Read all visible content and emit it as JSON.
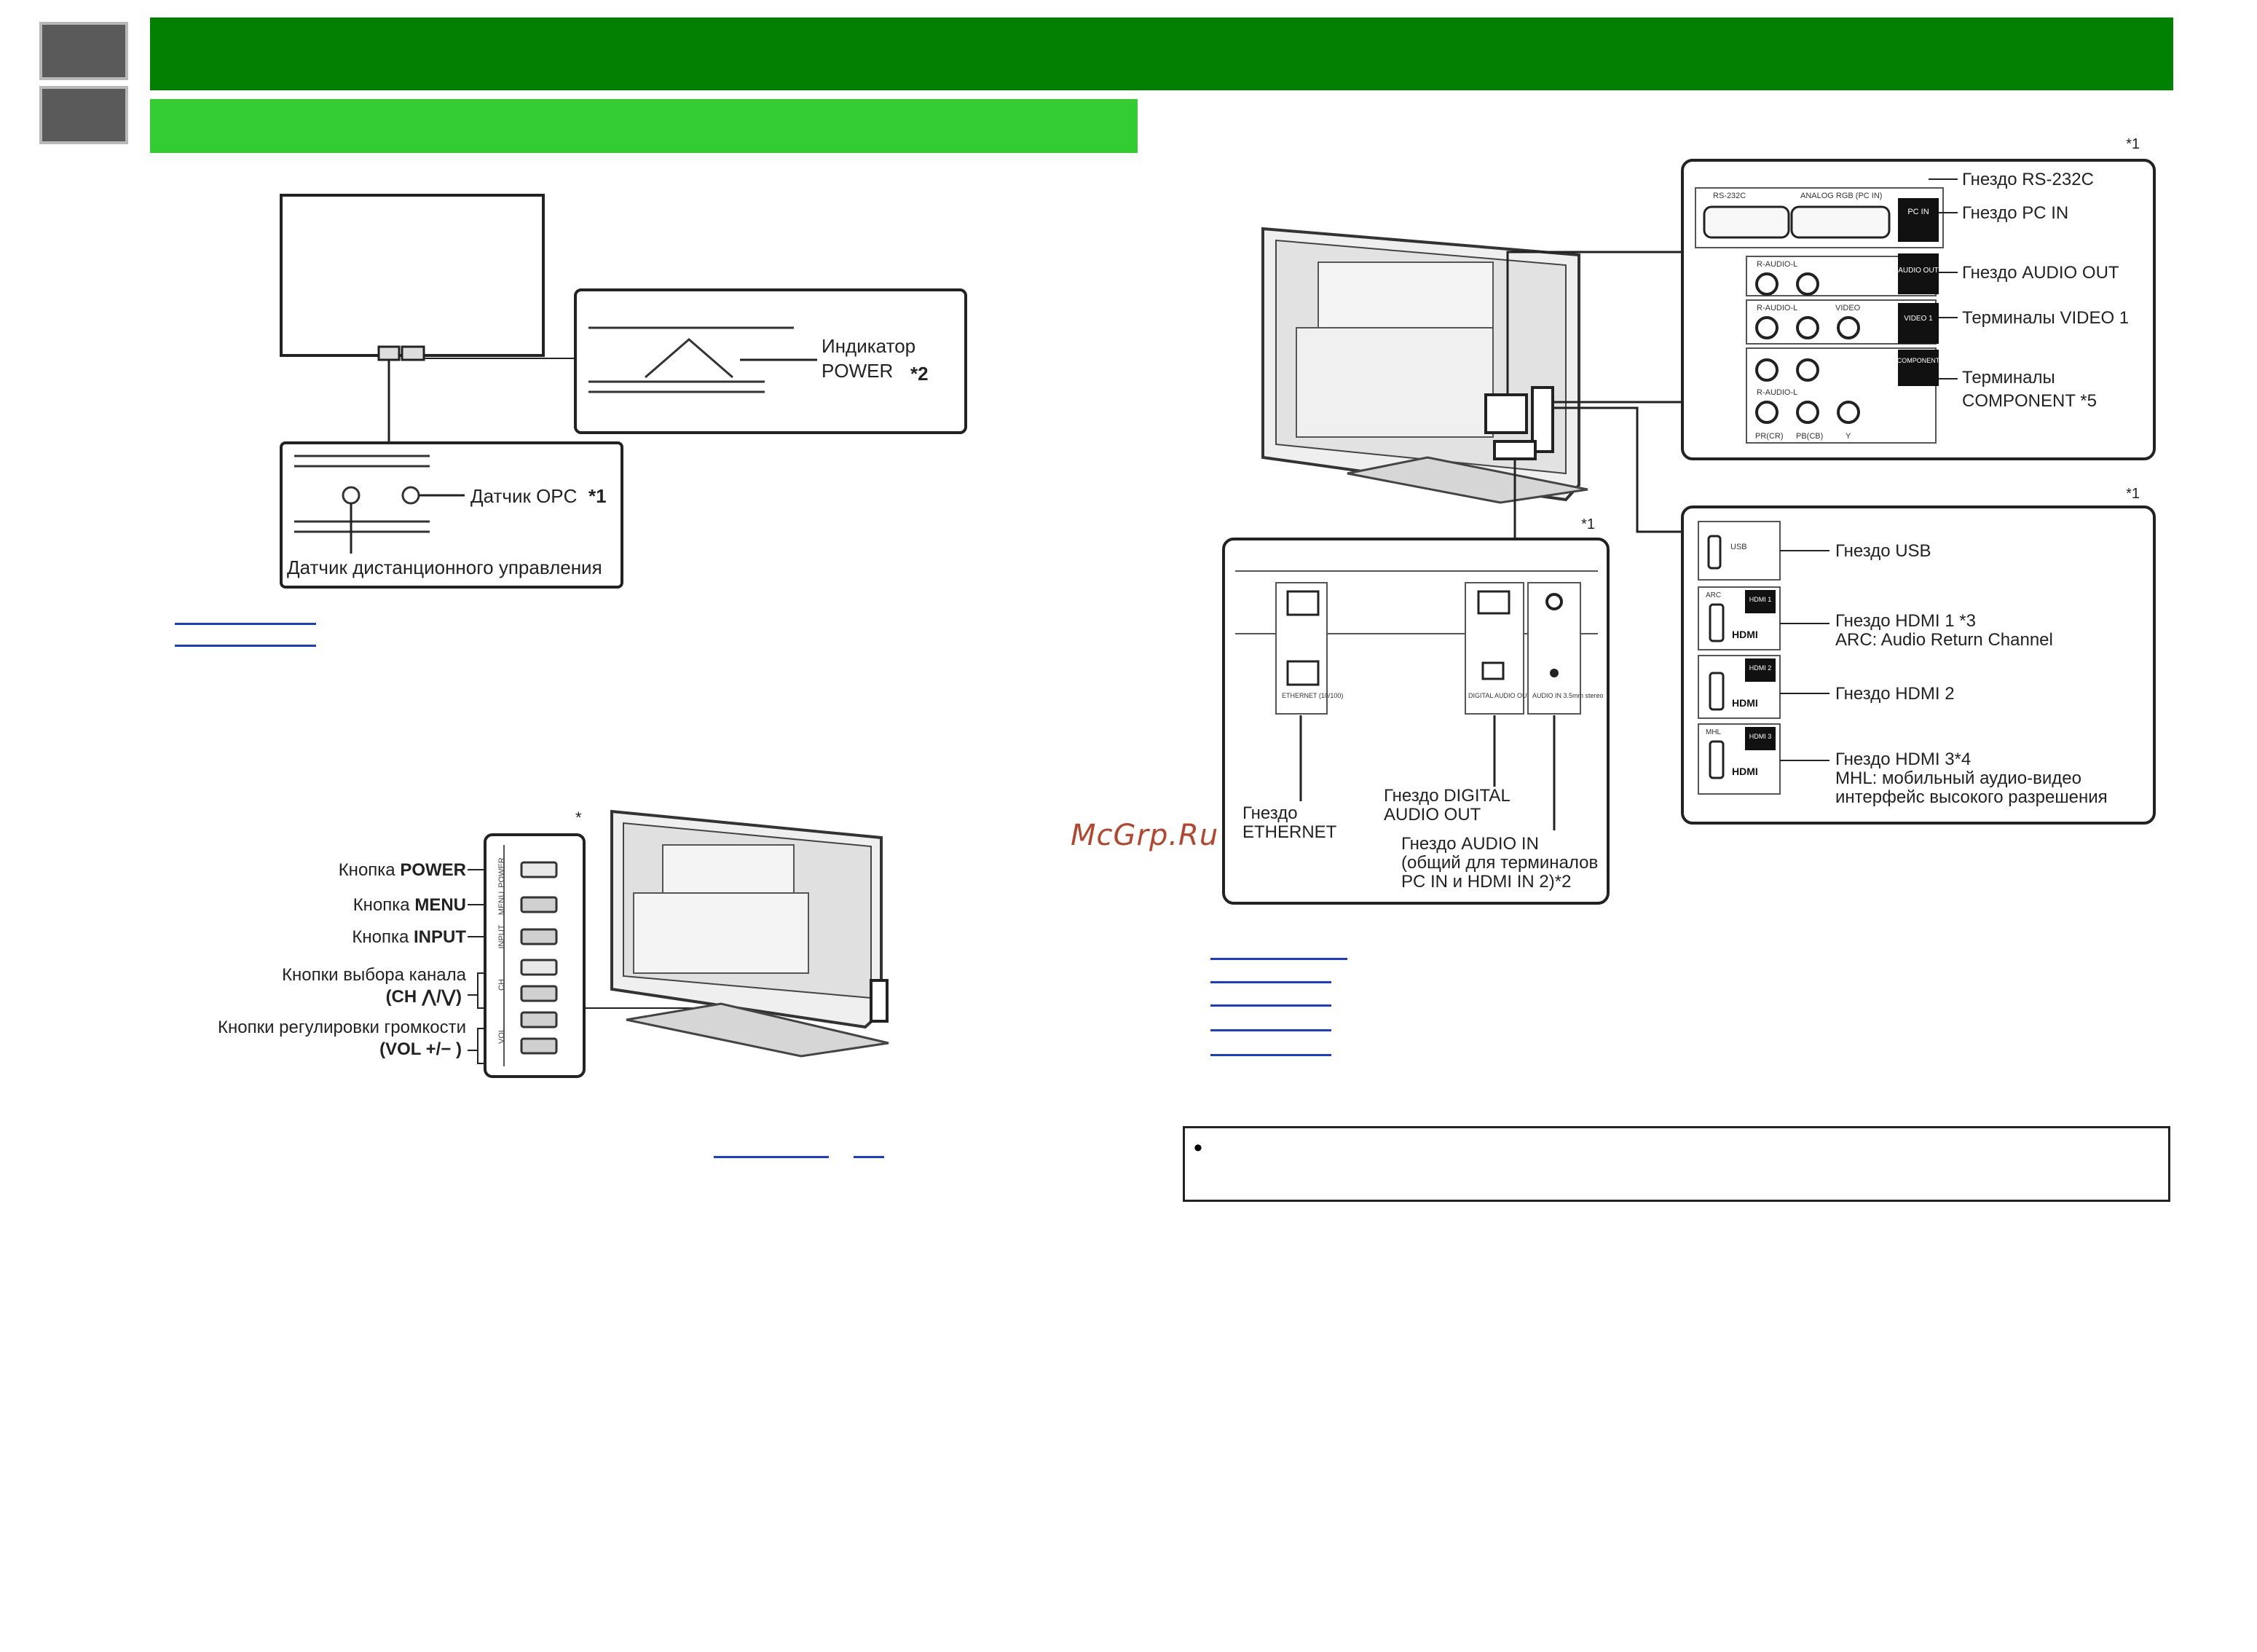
{
  "nav": {
    "buttons": [
      {
        "name": "nav-button-1"
      },
      {
        "name": "nav-button-2"
      }
    ]
  },
  "colors": {
    "header": "#028002",
    "subheader": "#33cc33",
    "link": "#1a3ccf",
    "watermark": "#b4462e"
  },
  "front_diagram": {
    "power_indicator_label": [
      "Индикатор",
      "POWER"
    ],
    "power_indicator_note": "*2",
    "opc_sensor_label": "Датчик OPC",
    "opc_sensor_note": "*1",
    "remote_sensor_label": "Датчик дистанционного управления"
  },
  "side_diagram": {
    "star": "*",
    "power_prefix": "Кнопка ",
    "power_bold": "POWER",
    "menu_prefix": "Кнопка ",
    "menu_bold": "MENU",
    "input_prefix": "Кнопка ",
    "input_bold": "INPUT",
    "channel_line1": "Кнопки выбора канала",
    "channel_line2": "(CH ⋀/⋁)",
    "volume_line1": "Кнопки регулировки громкости",
    "volume_line2": "(VOL +/− )",
    "panel_labels": [
      "POWER",
      "MENU",
      "INPUT",
      "CH",
      "VOL"
    ]
  },
  "rear_diagram": {
    "note1": "*1",
    "rs232c": "Гнездо RS-232C",
    "pcin": "Гнездо PC IN",
    "audio_out": "Гнездо AUDIO OUT",
    "video1": "Терминалы VIDEO 1",
    "component": [
      "Терминалы",
      "COMPONENT  *5"
    ],
    "usb": "Гнездо USB",
    "hdmi1": "Гнездо HDMI 1 *3",
    "hdmi1_arc": "ARC: Audio Return Channel",
    "hdmi2": "Гнездо HDMI 2",
    "hdmi3": "Гнездо HDMI 3*4",
    "hdmi3_mhl": [
      "MHL: мобильный аудио-видео",
      "интерфейс высокого разрешения"
    ],
    "ethernet": [
      "Гнездо",
      "ETHERNET"
    ],
    "digital_audio_out": [
      "Гнездо DIGITAL",
      "AUDIO OUT"
    ],
    "audio_in": [
      "Гнездо AUDIO IN",
      "(общий для терминалов",
      "PC IN и HDMI IN 2)*2"
    ],
    "small_labels": {
      "rs232c_port": "RS-232C",
      "analog_rgb": "ANALOG RGB (PC IN)",
      "pc_in": "PC IN",
      "r_audio_l": "R-AUDIO-L",
      "audio_out_tag": "AUDIO OUT",
      "video": "VIDEO",
      "video1_tag": "VIDEO 1",
      "component_tag": "COMPONENT",
      "pr": "PR(CR)",
      "pb": "PB(CB)",
      "y": "Y",
      "usb_tag": "USB",
      "arc": "ARC",
      "mhl": "MHL",
      "hdmi1_tag": "HDMI 1",
      "hdmi2_tag": "HDMI 2",
      "hdmi3_tag": "HDMI 3",
      "hdmi_logo": "HDMI",
      "ethernet_tag": "ETHERNET (10/100)",
      "digital_tag": "DIGITAL AUDIO OUT",
      "audio_in_tag": "AUDIO IN 3.5mm stereo"
    }
  },
  "watermark": "McGrp.Ru",
  "note": {
    "bullet": "•"
  }
}
